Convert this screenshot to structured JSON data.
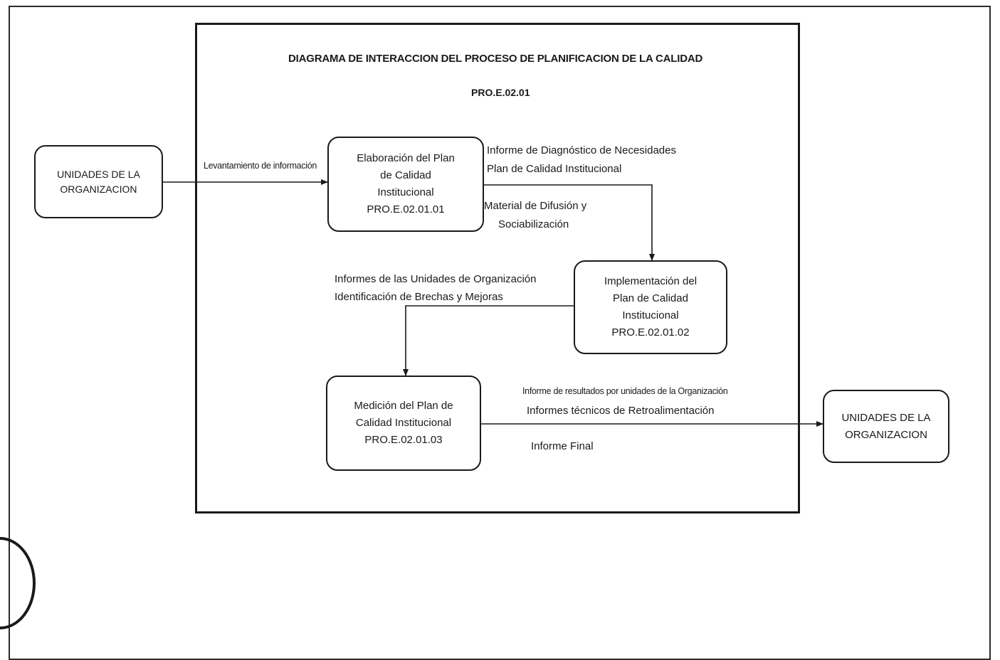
{
  "diagram": {
    "title": "DIAGRAMA DE INTERACCION DEL PROCESO DE PLANIFICACION DE LA CALIDAD",
    "code": "PRO.E.02.01",
    "nodes": {
      "source": "UNIDADES DE LA\nORGANIZACION",
      "elaboracion": "Elaboración del Plan\nde Calidad\nInstitucional\nPRO.E.02.01.01",
      "implementacion": "Implementación del\nPlan de Calidad\nInstitucional\nPRO.E.02.01.02",
      "medicion": "Medición del Plan de\nCalidad Institucional\nPRO.E.02.01.03",
      "target": "UNIDADES DE LA\nORGANIZACION"
    },
    "edges": {
      "levantamiento": "Levantamiento de información",
      "informe_diagnostico": "Informe de Diagnóstico de Necesidades",
      "plan_calidad": "Plan de Calidad Institucional",
      "material_difusion": "Material de Difusión y",
      "sociabilizacion": "Sociabilización",
      "informes_unidades": "Informes de las Unidades de Organización",
      "identificacion_brechas": "Identificación de Brechas y Mejoras",
      "informe_resultados": "Informe de resultados por unidades de la Organización",
      "informes_tecnicos": "Informes técnicos de Retroalimentación",
      "informe_final": "Informe Final"
    },
    "colors": {
      "ink": "#1a1a1a",
      "background": "#ffffff"
    }
  }
}
